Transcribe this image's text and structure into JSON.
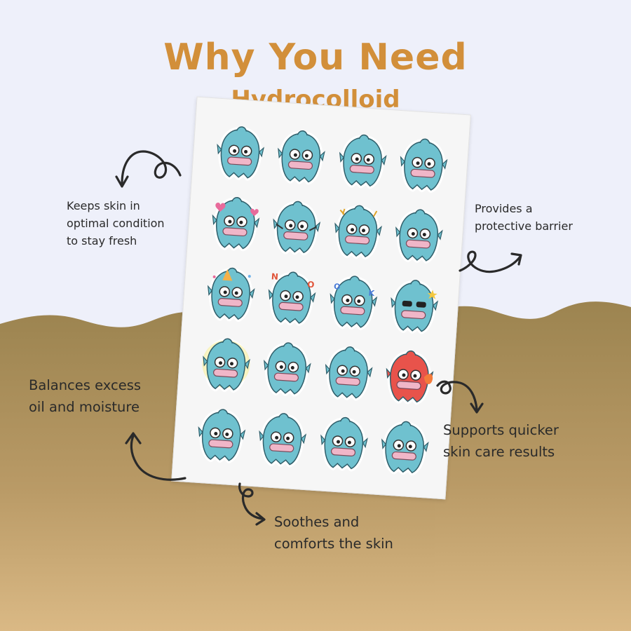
{
  "headline": {
    "line1": "Why You Need",
    "line2": "Hydrocolloid"
  },
  "colors": {
    "headline": "#d28f3a",
    "sky": "#eef0fa",
    "sand_top": "#9f8752",
    "sand_bottom": "#d8b883",
    "character_body": "#6fc1cf",
    "character_lips": "#f0b6c8"
  },
  "benefits": {
    "keeps_skin": [
      "Keeps skin in",
      "optimal condition",
      "to stay fresh"
    ],
    "barrier": [
      "Provides a",
      "protective barrier"
    ],
    "balances": [
      "Balances excess",
      "oil and moisture"
    ],
    "quicker": [
      "Supports quicker",
      "skin care results"
    ],
    "soothes": [
      "Soothes and",
      "comforts the skin"
    ]
  },
  "stickers": [
    {
      "variant": "shocked"
    },
    {
      "variant": "smile"
    },
    {
      "variant": "surprised"
    },
    {
      "variant": "worried"
    },
    {
      "variant": "love"
    },
    {
      "variant": "cheer"
    },
    {
      "variant": "panic"
    },
    {
      "variant": "crying"
    },
    {
      "variant": "party"
    },
    {
      "variant": "no"
    },
    {
      "variant": "ok"
    },
    {
      "variant": "sunglasses"
    },
    {
      "variant": "shining"
    },
    {
      "variant": "tongue"
    },
    {
      "variant": "jumping"
    },
    {
      "variant": "fire"
    },
    {
      "variant": "plain"
    },
    {
      "variant": "grumpy"
    },
    {
      "variant": "shy"
    },
    {
      "variant": "mask"
    }
  ],
  "icons": {
    "arrow": "curly-arrow-icon",
    "sticker": "fish-character-icon"
  }
}
